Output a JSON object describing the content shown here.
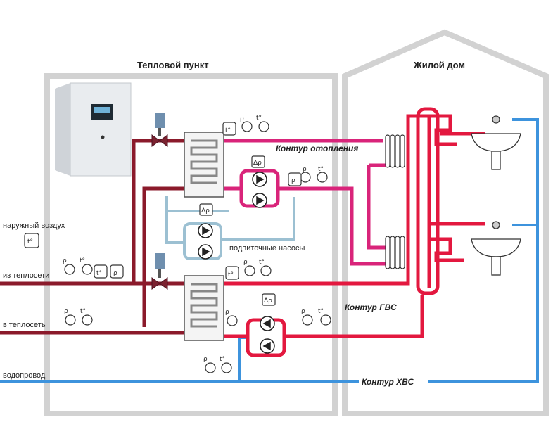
{
  "buildings": {
    "heat_point": "Тепловой пункт",
    "house": "Жилой дом"
  },
  "contours": {
    "heating": "Контур отопления",
    "hot_water": "Контур ГВС",
    "cold_water": "Контур ХВС"
  },
  "labels": {
    "outdoor_air": "наружный воздух",
    "from_network": "из теплосети",
    "to_network": "в теплосеть",
    "water_supply": "водопровод",
    "makeup_pumps": "подпиточные насосы"
  },
  "symbols": {
    "temp": "t°",
    "pressure": "ρ",
    "temp_small": "t°",
    "delta_p": "Δρ"
  },
  "colors": {
    "supply_dark": "#8b1a2b",
    "heating": "#d9247a",
    "hot_water": "#e3183f",
    "makeup": "#9cc0d2",
    "cold_water": "#3d93dd",
    "building": "#cfcfcf"
  }
}
